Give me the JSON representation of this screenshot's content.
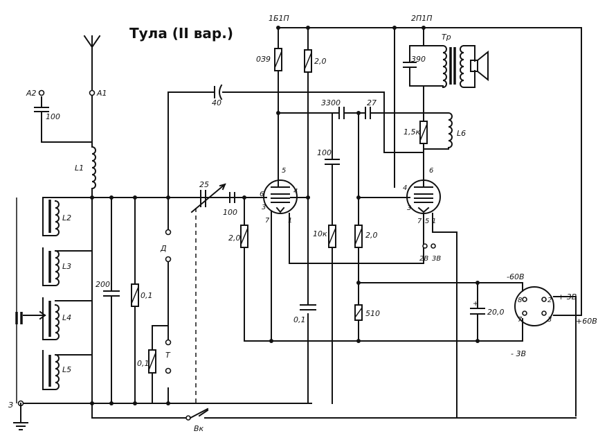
{
  "title": "Тула (II вар.)",
  "terminals": {
    "a2": "А2",
    "a1": "А1",
    "ground": "З",
    "d": "Д",
    "t": "Т",
    "switch": "Вк"
  },
  "coils": {
    "l1": "L1",
    "l2": "L2",
    "l3": "L3",
    "l4": "L4",
    "l5": "L5",
    "l6": "L6",
    "tr": "Тр"
  },
  "capacitors": {
    "c100_ant": "100",
    "c40": "40",
    "c3300": "3300",
    "c27": "27",
    "c390": "390",
    "c100_mid": "100",
    "c25": "25",
    "c100_grid": "100",
    "c200": "200",
    "c01": "0,1",
    "c20": "20,0"
  },
  "resistors": {
    "r039": "0З9",
    "r20_top": "2,0",
    "r15k": "1,5к",
    "r01_left": "0,1",
    "r01_low": "0,1",
    "r20_grid": "2,0",
    "r10k": "10к",
    "r20_mid": "2,0",
    "r510": "510"
  },
  "tubes": {
    "t1": {
      "name": "1Б1П",
      "pins": [
        "5",
        "6",
        "4",
        "3",
        "7",
        "1"
      ]
    },
    "t2": {
      "name": "2П1П",
      "pins": [
        "6",
        "4",
        "3",
        "7",
        "5",
        "1"
      ]
    }
  },
  "filament": {
    "v2": "2В",
    "v3": "3В"
  },
  "battery": {
    "pins": [
      "8",
      "2",
      "7",
      "3"
    ],
    "minus60": "-60В",
    "plus3": "+ 3В",
    "plus60": "+60В",
    "minus3": "- 3В"
  }
}
